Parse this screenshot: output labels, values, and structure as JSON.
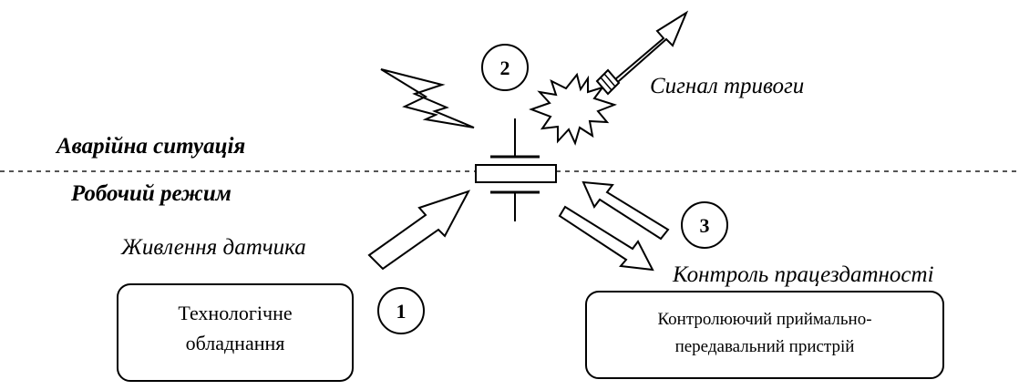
{
  "labels": {
    "emergency": "Аварійна ситуація",
    "working": "Робочий режим",
    "alarm_signal": "Сигнал тривоги",
    "sensor_power": "Живлення датчика",
    "health_check": "Контроль працездатності"
  },
  "boxes": {
    "equipment_line1": "Технологічне",
    "equipment_line2": "обладнання",
    "controller_line1": "Контролюючий приймально-",
    "controller_line2": "передавальний пристрій"
  },
  "markers": [
    "1",
    "2",
    "3"
  ]
}
